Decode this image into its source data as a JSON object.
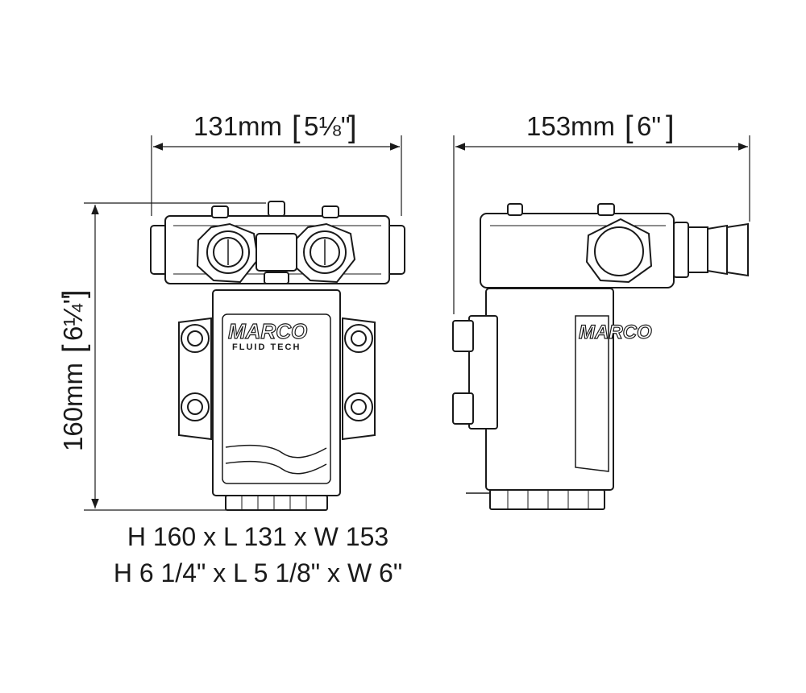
{
  "dimensions": {
    "front_width": {
      "metric": "131mm",
      "imperial": "5⅛\""
    },
    "side_width": {
      "metric": "153mm",
      "imperial": "6\""
    },
    "height": {
      "metric": "160mm",
      "imperial": "6¼\""
    }
  },
  "summary": {
    "line1": "H 160 x L 131 x W 153",
    "line2": "H 6 1/4\" x L 5 1/8\" x W 6\""
  },
  "logo": {
    "brand": "MARCO",
    "sub": "FLUID TECH"
  }
}
